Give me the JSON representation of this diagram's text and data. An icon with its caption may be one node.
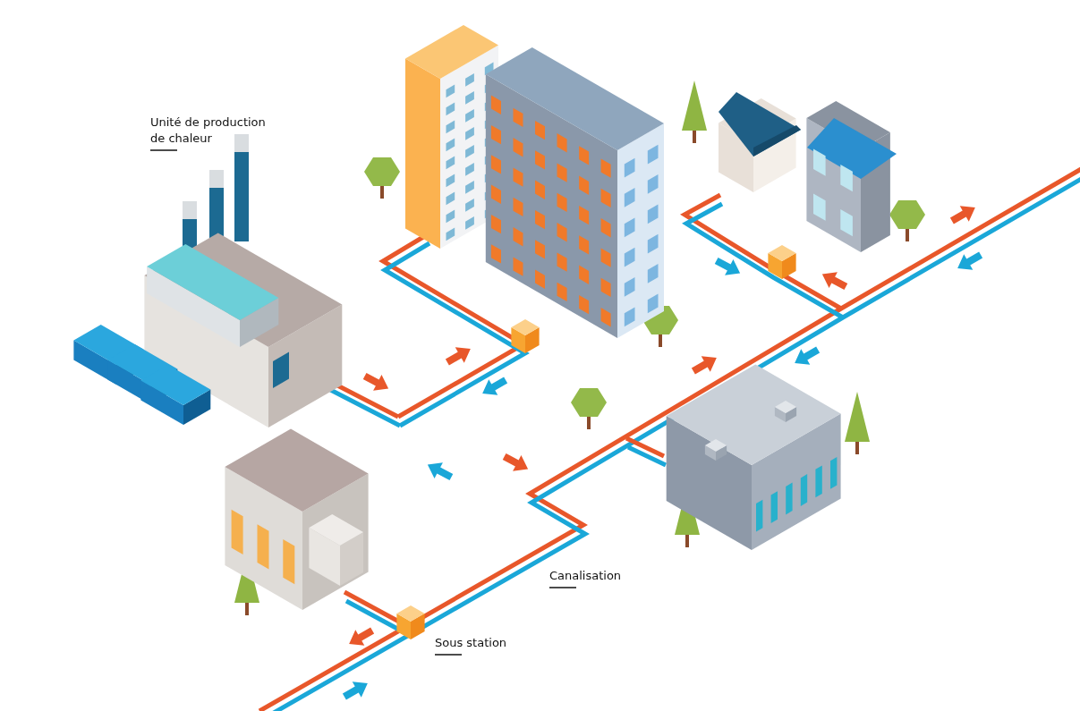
{
  "diagram": {
    "labels": [
      "Unité de production de chaleur",
      "Canalisation",
      "Sous station"
    ]
  }
}
